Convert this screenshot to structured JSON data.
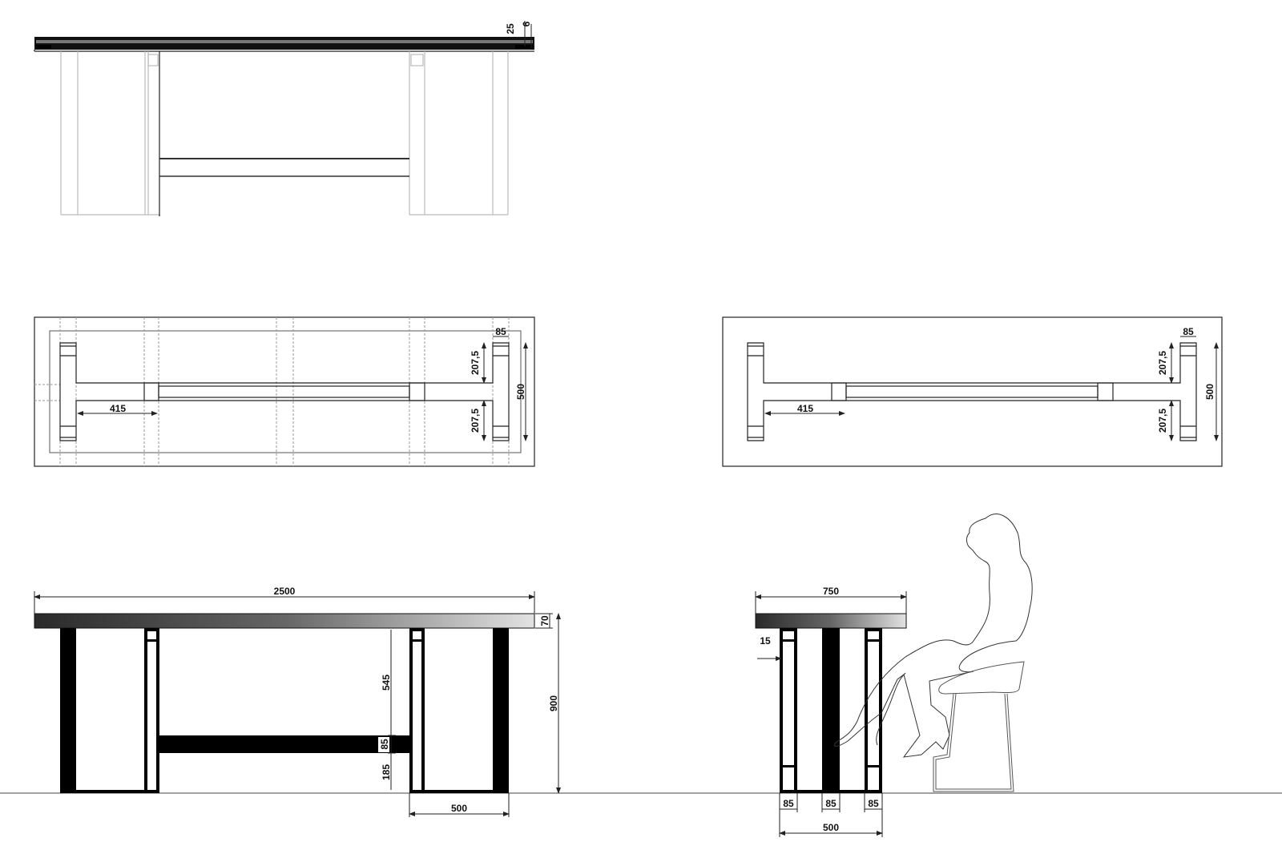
{
  "colors": {
    "line": "#111111",
    "leg_fill": "#000000",
    "top_gradient_dark": "#333333",
    "top_gradient_light": "#dddddd",
    "hidden_lines": "#999999"
  },
  "top_view": {
    "dims": {
      "top_thickness": "25",
      "edge": "6"
    }
  },
  "plan_view_1": {
    "dims": {
      "leg_width": "85",
      "half_upper": "207,5",
      "half_lower": "207,5",
      "depth": "500",
      "offset": "415"
    }
  },
  "plan_view_2": {
    "dims": {
      "leg_width": "85",
      "half_upper": "207,5",
      "half_lower": "207,5",
      "depth": "500",
      "offset": "415"
    }
  },
  "front_elevation": {
    "dims": {
      "length": "2500",
      "top_thickness": "70",
      "height": "900",
      "upper_gap": "545",
      "stretcher": "85",
      "lower_gap": "185",
      "leg_depth": "500"
    }
  },
  "side_elevation": {
    "dims": {
      "width": "750",
      "inset": "15",
      "post_left": "85",
      "post_middle": "85",
      "post_right": "85",
      "base": "500"
    }
  }
}
